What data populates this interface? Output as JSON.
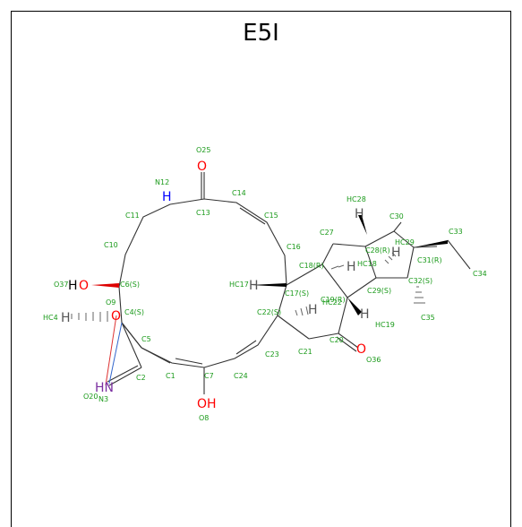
{
  "title": "E5I",
  "colors": {
    "carbon_label": "#1a9a1a",
    "oxygen": "#ff0000",
    "nitrogen": "#0000ff",
    "bond": "#333333",
    "hydrogen": "#555555"
  },
  "atoms": {
    "O25": "O25",
    "O": "O",
    "N12": "N12",
    "HN": "H",
    "N_main": "N",
    "C11": "C11",
    "C13": "C13",
    "C14": "C14",
    "C15": "C15",
    "C16": "C16",
    "C10": "C10",
    "O37": "O37",
    "HO_H": "H",
    "HO_O": "O",
    "C6S": "C6(S)",
    "O9": "O9",
    "HC4": "HC4",
    "H_hc4": "H",
    "O_ring": "O",
    "C4S": "C4(S)",
    "C5": "C5",
    "HN_label": "HN",
    "N3": "N3",
    "O20": "O20",
    "C2": "C2",
    "C1": "C1",
    "C7": "C7",
    "C24": "C24",
    "O8": "O8",
    "OH": "OH",
    "C23": "C23",
    "C22S": "C22(S)",
    "C21": "C21",
    "C20": "C20",
    "O36": "O36",
    "O_c20": "O",
    "HC17": "HC17",
    "H_hc17": "H",
    "C17S": "C17(S)",
    "C18R": "C18(R)",
    "HC18": "HC18",
    "C27": "C27",
    "HC28": "HC28",
    "C28R": "C28(R)",
    "C30": "C30",
    "HC29": "HC29",
    "C33": "C33",
    "C31R": "C31(R)",
    "C34": "C34",
    "C32S": "C32(S)",
    "C29S": "C29(S)",
    "C19R": "C19(R)",
    "HC22": "HC22",
    "HC19": "HC19",
    "C35": "C35",
    "H": "H"
  }
}
